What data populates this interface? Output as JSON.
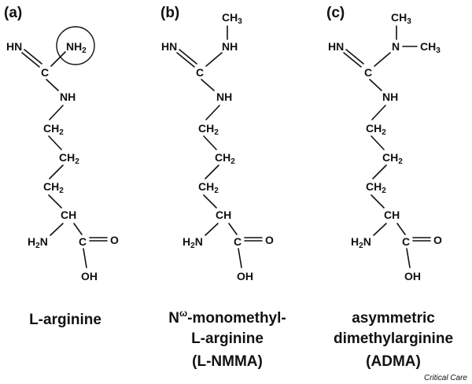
{
  "panels": [
    {
      "label": "(a)",
      "caption_lines": [
        "L-arginine"
      ],
      "group_label": "NH",
      "group_sub": "2"
    },
    {
      "label": "(b)",
      "caption_lines": [
        "N",
        "-monomethyl-",
        "L-arginine",
        "(L-NMMA)"
      ],
      "caption_sup": "ω",
      "methyl": "CH",
      "methyl_sub": "3"
    },
    {
      "label": "(c)",
      "caption_lines": [
        "asymmetric",
        "dimethylarginine",
        "(ADMA)"
      ],
      "methyl": "CH",
      "methyl_sub": "3",
      "n_methyl_label": "N",
      "methyl2": "CH",
      "methyl2_sub": "3"
    }
  ],
  "atoms": {
    "hn": "HN",
    "c": "C",
    "nh": "NH",
    "ch2": "CH",
    "ch2_sub": "2",
    "ch": "CH",
    "h2n_h": "H",
    "h2n_sub": "2",
    "h2n_n": "N",
    "o": "O",
    "oh": "OH"
  },
  "credit": "Critical Care"
}
